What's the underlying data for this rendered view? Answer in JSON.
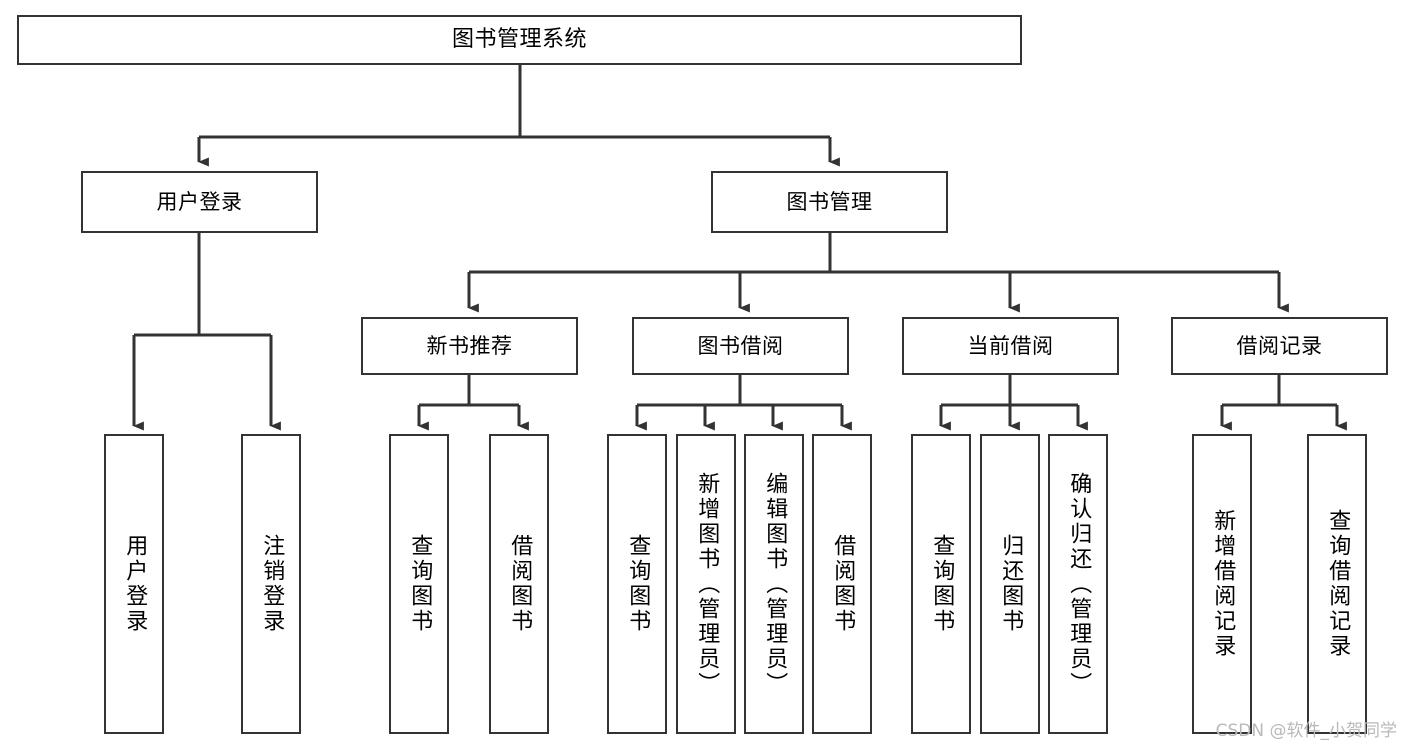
{
  "diagram": {
    "title": "图书管理系统",
    "type": "tree-hierarchy-chart",
    "orientation": "top-down",
    "stroke_color": "#333333",
    "fill_color": "#ffffff",
    "text_color": "#000000"
  },
  "nodes": {
    "root": {
      "label": "图书管理系统"
    },
    "level2": [
      {
        "label": "用户登录"
      },
      {
        "label": "图书管理"
      }
    ],
    "level3": [
      {
        "label": "新书推荐"
      },
      {
        "label": "图书借阅"
      },
      {
        "label": "当前借阅"
      },
      {
        "label": "借阅记录"
      }
    ],
    "leaves": {
      "user_login": [
        {
          "label": "用户登录"
        },
        {
          "label": "注销登录"
        }
      ],
      "new_book_recommend": [
        {
          "label": "查询图书"
        },
        {
          "label": "借阅图书"
        }
      ],
      "book_borrow": [
        {
          "label": "查询图书"
        },
        {
          "label": "新增图书（管理员）"
        },
        {
          "label": "编辑图书（管理员）"
        },
        {
          "label": "借阅图书"
        }
      ],
      "current_borrow": [
        {
          "label": "查询图书"
        },
        {
          "label": "归还图书"
        },
        {
          "label": "确认归还（管理员）"
        }
      ],
      "borrow_record": [
        {
          "label": "新增借阅记录"
        },
        {
          "label": "查询借阅记录"
        }
      ]
    }
  },
  "watermark": {
    "text": "CSDN @软件_小贺同学"
  }
}
